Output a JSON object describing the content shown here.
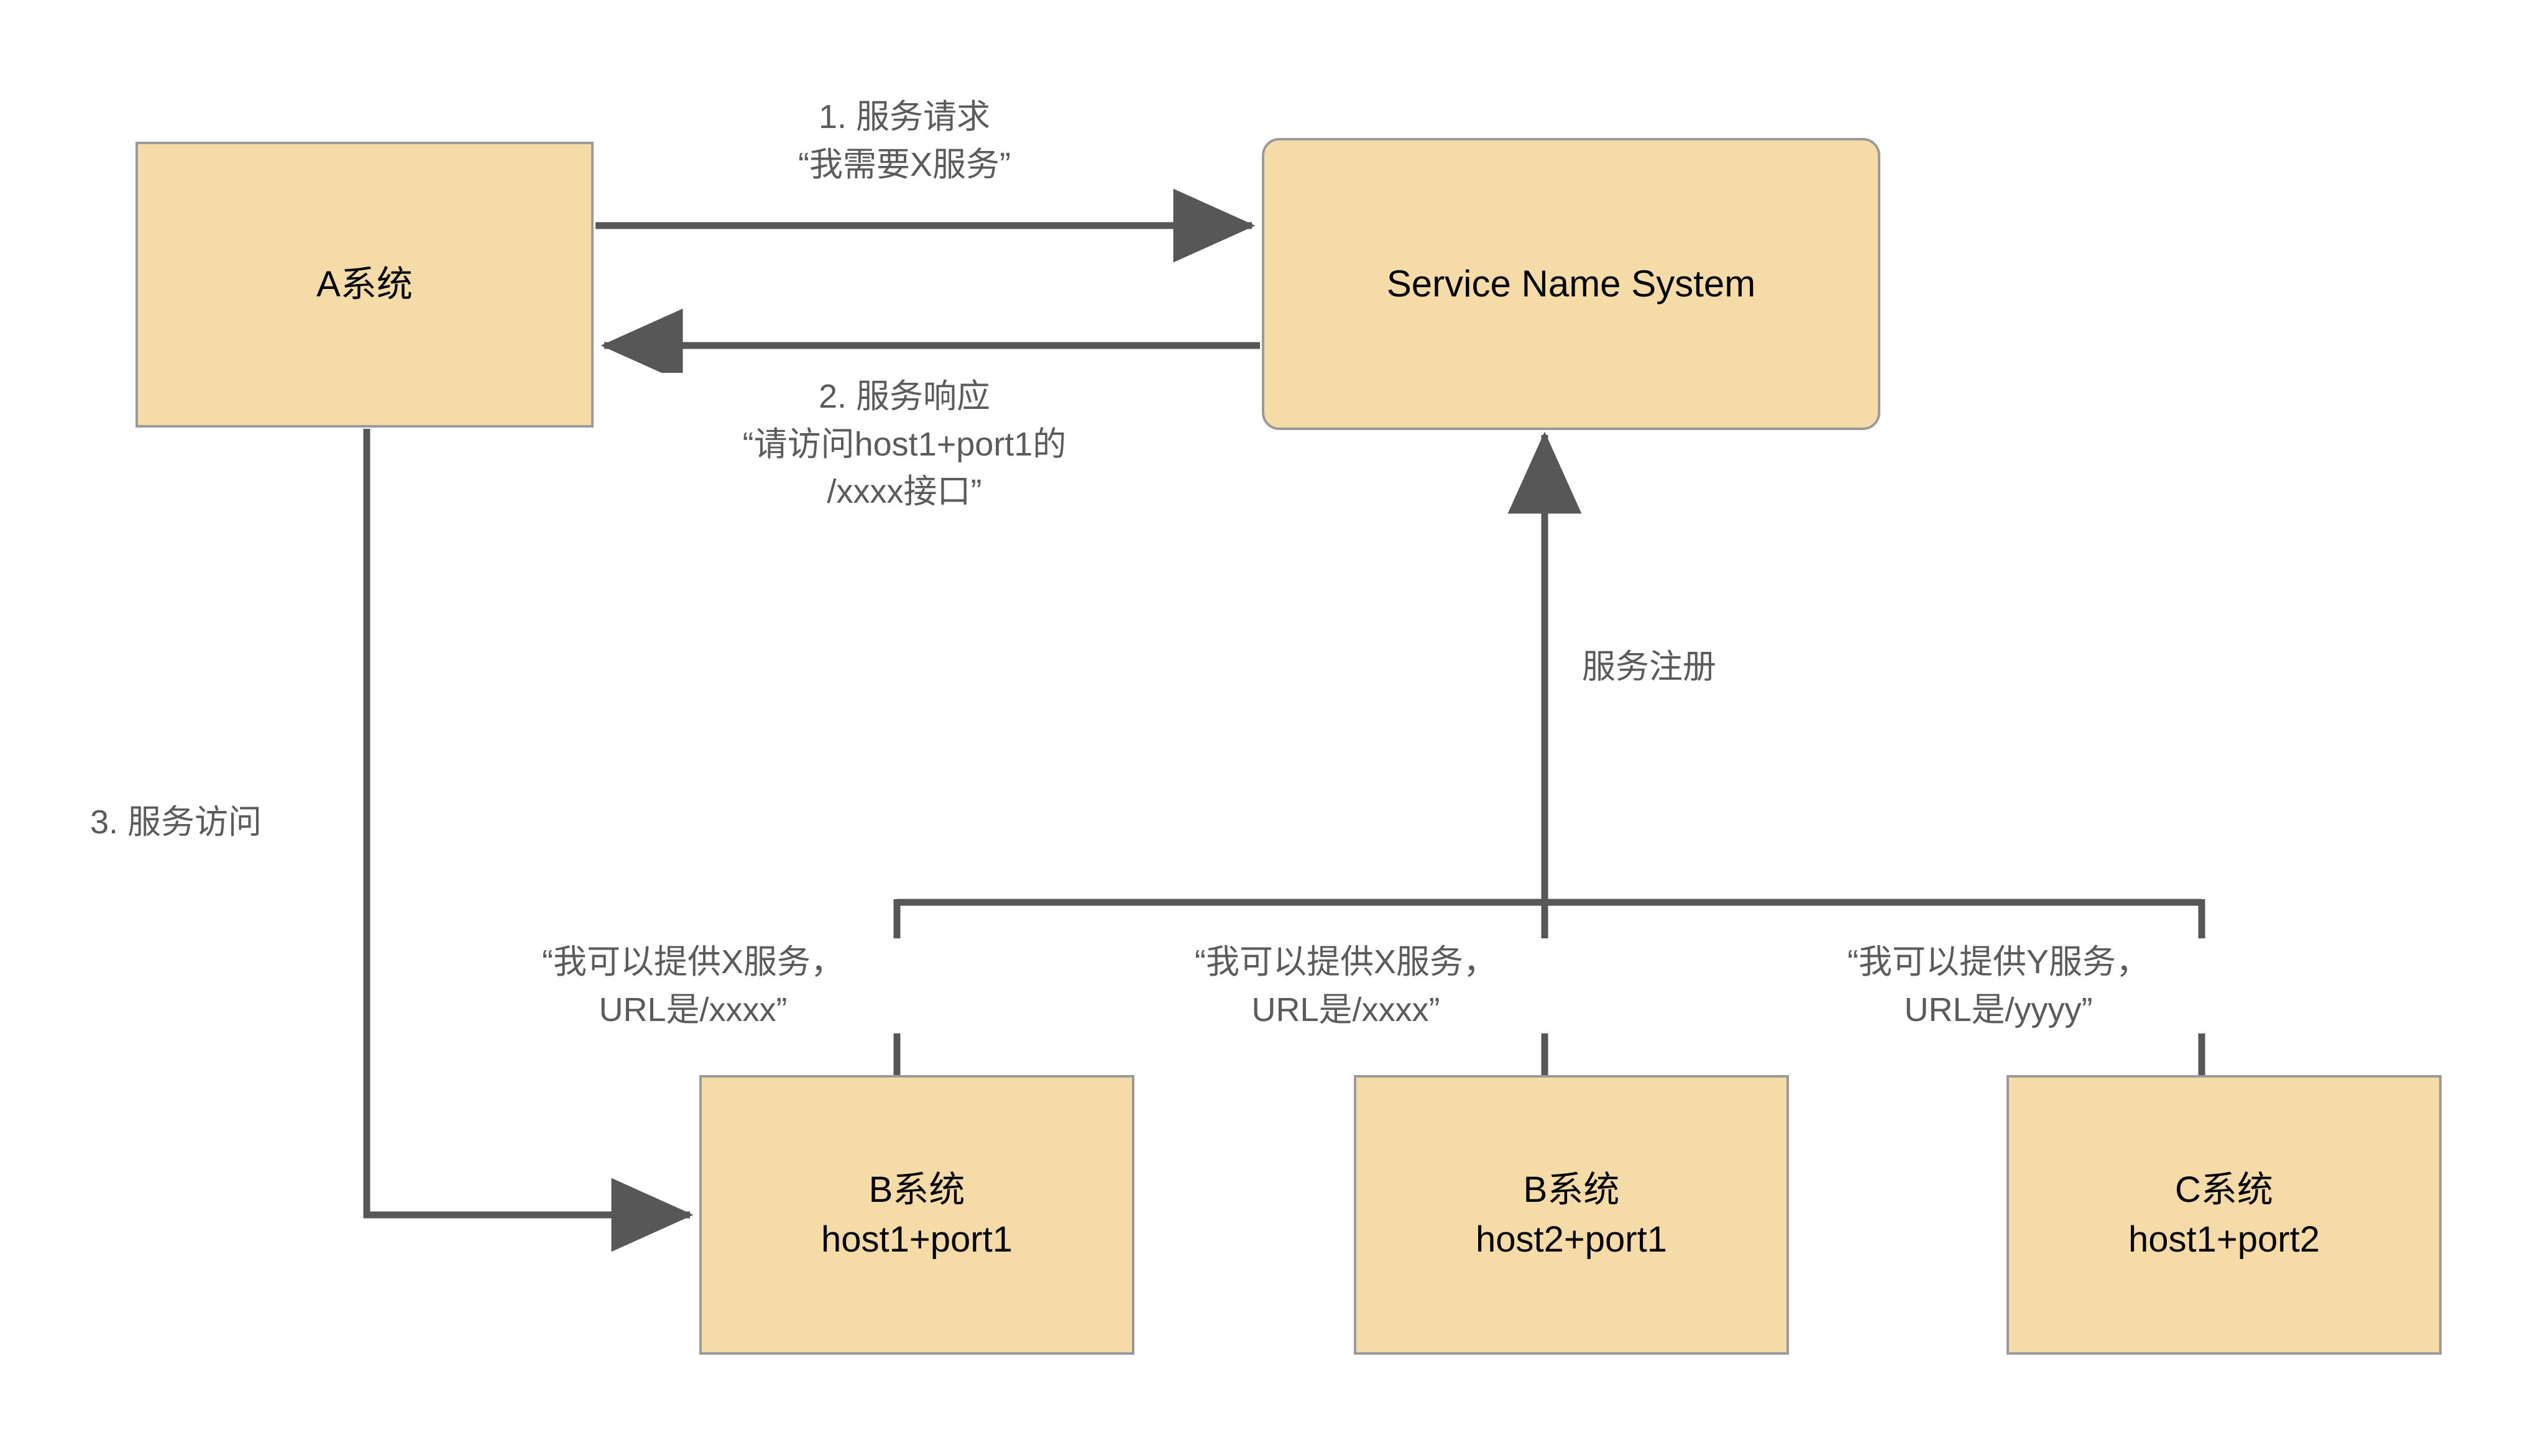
{
  "diagram": {
    "title_text_color": "#5B5B5B",
    "node_fill": "#F5DBA7",
    "node_stroke": "#9A9A9A",
    "wire_color": "#575757",
    "background": "#FFFFFF"
  },
  "nodes": {
    "a_system": {
      "line1": "A系统"
    },
    "service_name_system": {
      "line1": "Service Name System"
    },
    "b_system_1": {
      "line1": "B系统",
      "line2": "host1+port1"
    },
    "b_system_2": {
      "line1": "B系统",
      "line2": "host2+port1"
    },
    "c_system_1": {
      "line1": "C系统",
      "line2": "host1+port2"
    }
  },
  "edges": {
    "service_request": {
      "step": "1. 服务请求",
      "quote": "“我需要X服务”",
      "full": "1. 服务请求\n“我需要X服务”"
    },
    "service_response": {
      "step": "2. 服务响应",
      "quote_line1": "“请访问host1+port1的",
      "quote_line2": "/xxxx接口”",
      "full": "2. 服务响应\n“请访问host1+port1的\n/xxxx接口”"
    },
    "service_access": {
      "step": "3. 服务访问",
      "full": "3. 服务访问"
    },
    "service_register": {
      "step": "服务注册",
      "full": "服务注册"
    },
    "provider_b1": {
      "quote_line1": "“我可以提供X服务，",
      "quote_line2": "URL是/xxxx”",
      "full": "“我可以提供X服务，\nURL是/xxxx”"
    },
    "provider_b2": {
      "quote_line1": "“我可以提供X服务，",
      "quote_line2": "URL是/xxxx”",
      "full": "“我可以提供X服务，\nURL是/xxxx”"
    },
    "provider_c1": {
      "quote_line1": "“我可以提供Y服务，",
      "quote_line2": "URL是/yyyy”",
      "full": "“我可以提供Y服务，\nURL是/yyyy”"
    }
  }
}
